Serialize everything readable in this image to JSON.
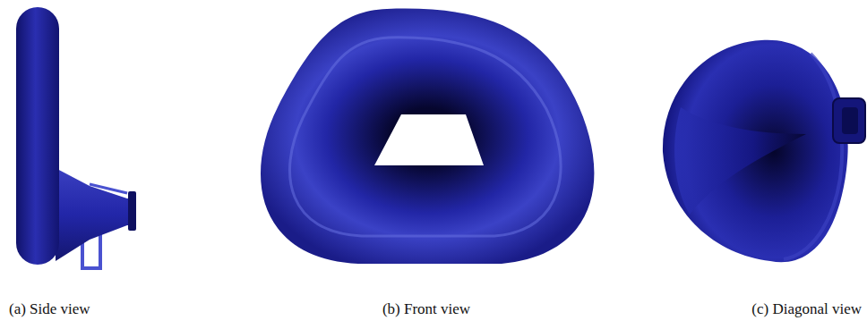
{
  "diagram": {
    "labels": [
      "(a) Side view",
      "(b) Front view",
      "(c) Diagonal view"
    ]
  }
}
